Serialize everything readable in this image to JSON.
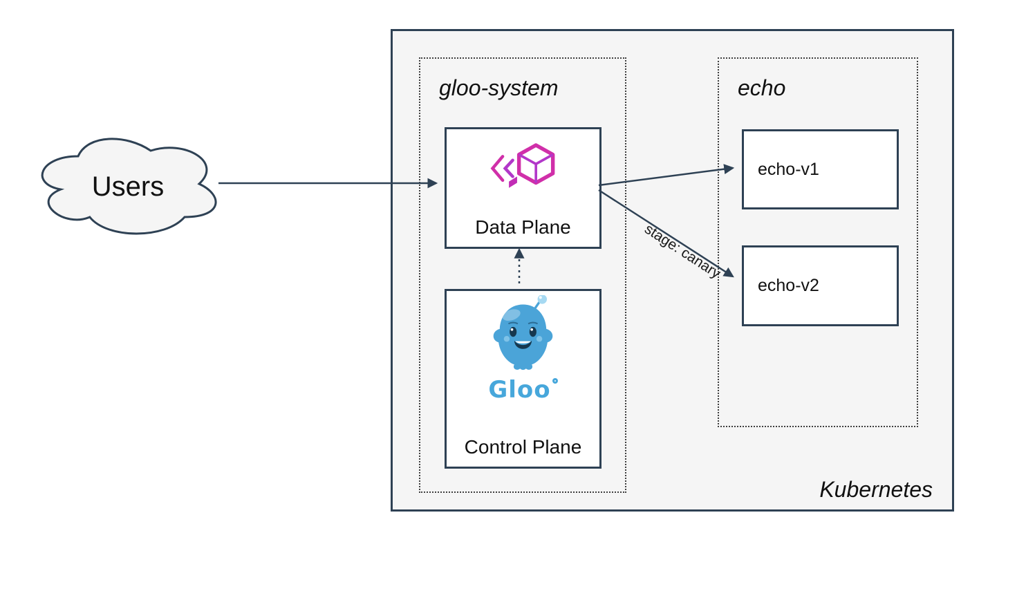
{
  "diagram": {
    "users": {
      "label": "Users"
    },
    "cluster": {
      "label": "Kubernetes"
    },
    "gloo_system": {
      "label": "gloo-system",
      "data_plane": {
        "label": "Data Plane",
        "icon": "gloo-gateway-icon"
      },
      "control_plane": {
        "label": "Control Plane",
        "logo_text": "Gloo",
        "icon": "gloo-mascot-icon"
      }
    },
    "echo": {
      "label": "echo",
      "services": {
        "v1": {
          "label": "echo-v1"
        },
        "v2": {
          "label": "echo-v2"
        }
      }
    },
    "edges": {
      "users_to_data_plane": {
        "style": "solid"
      },
      "data_plane_to_echo_v1": {
        "style": "solid"
      },
      "data_plane_to_echo_v2": {
        "style": "solid",
        "label": "stage: canary"
      },
      "control_plane_to_data_plane": {
        "style": "dotted"
      }
    },
    "colors": {
      "stroke": "#2e4154",
      "cluster_fill": "#f5f5f5",
      "node_fill": "#ffffff",
      "gloo_magenta": "#d02fa9",
      "gloo_purple": "#b237c9",
      "gloo_blue": "#47a7db"
    }
  }
}
